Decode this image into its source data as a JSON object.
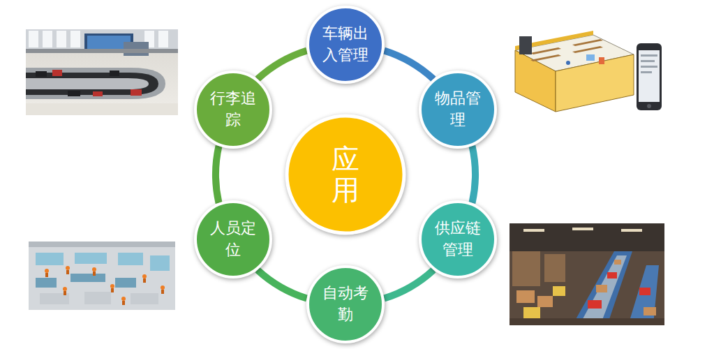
{
  "diagram": {
    "nodes": [
      {
        "text": [
          "应用"
        ]
      },
      {
        "text": [
          "车辆出入管理"
        ]
      },
      {
        "text": [
          "物品管理"
        ]
      },
      {
        "text": [
          "供应链管理"
        ]
      },
      {
        "text": [
          "自动考勤"
        ]
      },
      {
        "text": [
          "人员定位"
        ]
      },
      {
        "text": [
          "行李追踪"
        ]
      }
    ],
    "edges": [
      {
        "from": 1,
        "to": 2,
        "arrow": "none"
      },
      {
        "from": 2,
        "to": 3,
        "arrow": "none"
      },
      {
        "from": 3,
        "to": 4,
        "arrow": "none"
      },
      {
        "from": 4,
        "to": 5,
        "arrow": "none"
      },
      {
        "from": 5,
        "to": 6,
        "arrow": "none"
      },
      {
        "from": 6,
        "to": 1,
        "arrow": "none"
      }
    ]
  }
}
